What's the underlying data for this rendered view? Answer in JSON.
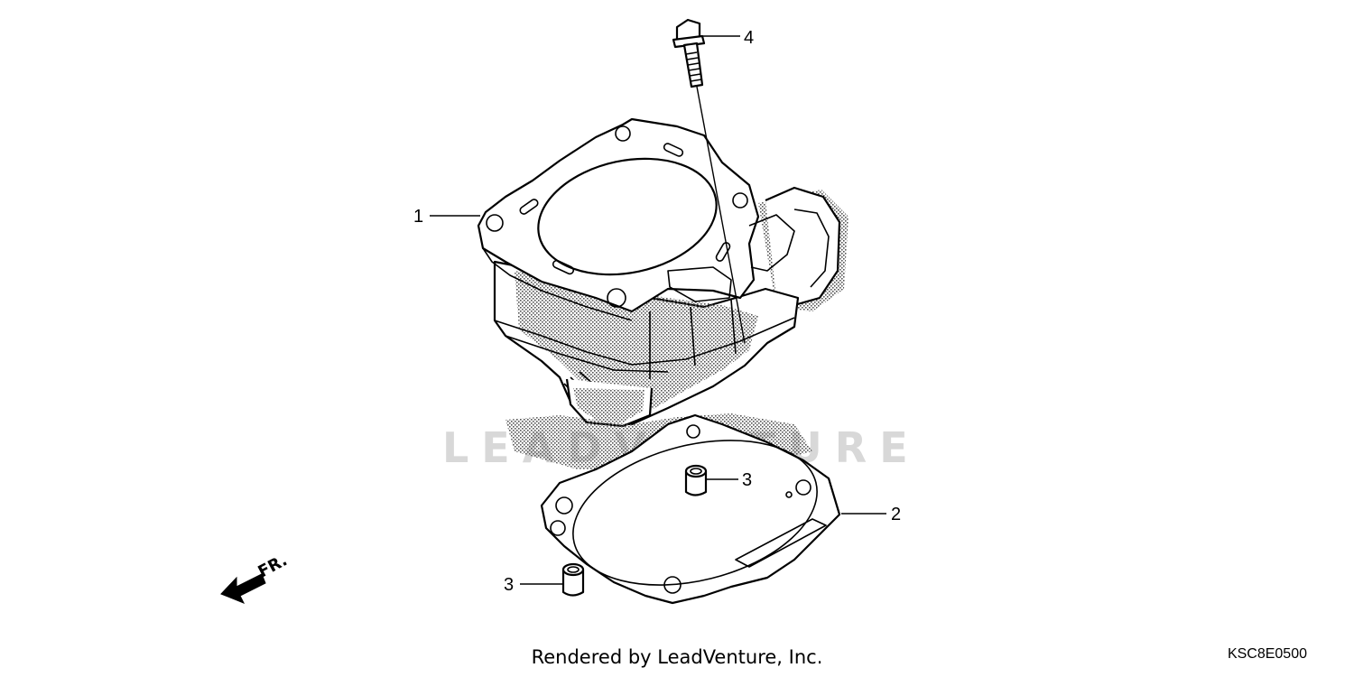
{
  "diagram": {
    "callouts": {
      "c1": "1",
      "c2": "2",
      "c3a": "3",
      "c3b": "3",
      "c4": "4"
    },
    "front_marker": "FR.",
    "watermark": "LEADVENTURE"
  },
  "footer": {
    "rendered_by": "Rendered by LeadVenture, Inc.",
    "diagram_code": "KSC8E0500"
  }
}
